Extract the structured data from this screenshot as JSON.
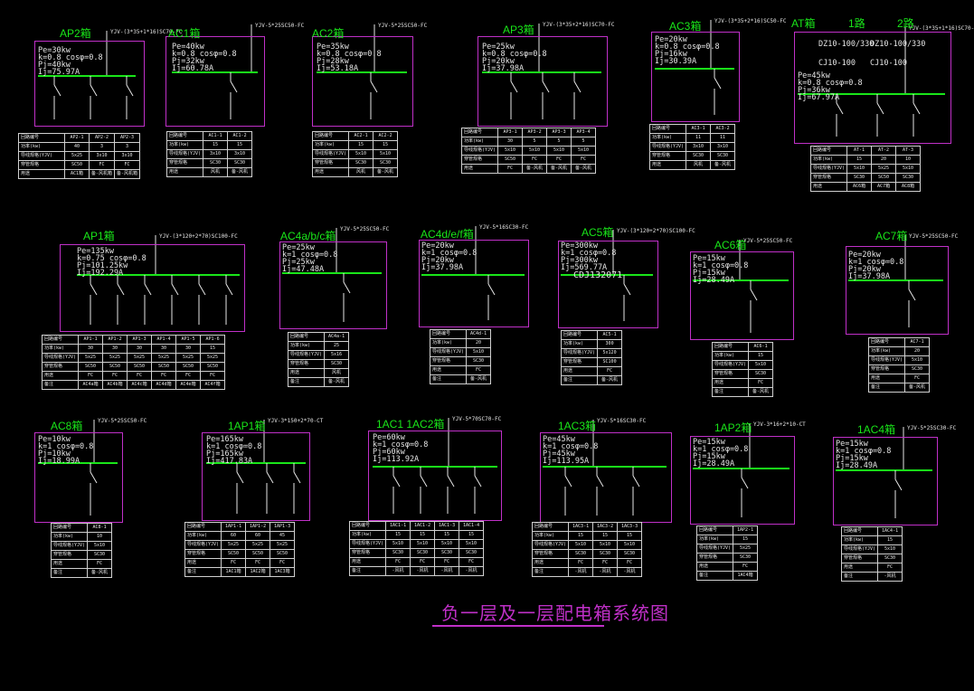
{
  "sheet_title": "负一层及一层配电箱系统图",
  "colors": {
    "frame": "#c030c8",
    "busbar": "#19e619",
    "title": "#19e619",
    "text": "#e6e6e6",
    "wire": "#e6e6e6"
  },
  "boxes": [
    {
      "id": "AP2",
      "title": "AP2箱",
      "feeder": "YJV-(3*35+1*16)SC70-FC",
      "params": "Pe=30kw\nk=0.8 cosφ=0.8\nPj=40kw\nIj=75.97A",
      "table": [
        [
          "回路编号",
          "AP2-1",
          "AP2-2",
          "AP2-3"
        ],
        [
          "功率(kw)",
          "40",
          "3",
          "3"
        ],
        [
          "导线规格(YJV)",
          "5x25",
          "3x10",
          "3x10"
        ],
        [
          "穿管规格",
          "SC50",
          "FC",
          "FC"
        ],
        [
          "用途",
          "AC1箱",
          "备-风机箱",
          "备-风机箱"
        ]
      ]
    },
    {
      "id": "AC1",
      "title": "AC1箱",
      "feeder": "YJV-5*25SC50-FC",
      "params": "Pe=40kw\nk=0.8 cosφ=0.8\nPj=32kw\nIj=60.78A",
      "table": [
        [
          "回路编号",
          "AC1-1",
          "AC1-2"
        ],
        [
          "功率(kw)",
          "15",
          "15"
        ],
        [
          "导线规格(YJV)",
          "3x10",
          "3x10"
        ],
        [
          "穿管规格",
          "SC30",
          "SC30"
        ],
        [
          "用途",
          "风机",
          "备-风机"
        ]
      ]
    },
    {
      "id": "AC2",
      "title": "AC2箱",
      "feeder": "YJV-5*25SC50-FC",
      "params": "Pe=35kw\nk=0.8 cosφ=0.8\nPj=28kw\nIj=53.18A",
      "table": [
        [
          "回路编号",
          "AC2-1",
          "AC2-2"
        ],
        [
          "功率(kw)",
          "15",
          "15"
        ],
        [
          "导线规格(YJV)",
          "5x10",
          "5x10"
        ],
        [
          "穿管规格",
          "SC30",
          "SC30"
        ],
        [
          "用途",
          "风机",
          "备-风机"
        ]
      ]
    },
    {
      "id": "AP3",
      "title": "AP3箱",
      "feeder": "YJV-(3*35+2*16)SC70-FC",
      "params": "Pe=25kw\nk=0.8 cosφ=0.8\nPj=20kw\nIj=37.98A",
      "table": [
        [
          "回路编号",
          "AP3-1",
          "AP3-2",
          "AP3-3",
          "AP3-4"
        ],
        [
          "功率(kw)",
          "30",
          "5",
          "5",
          "5"
        ],
        [
          "导线规格(YJV)",
          "5x10",
          "5x10",
          "5x10",
          "5x10"
        ],
        [
          "穿管规格",
          "SC50",
          "FC",
          "FC",
          "FC"
        ],
        [
          "用途",
          "FC",
          "备-风机",
          "备-风机",
          "备-风机"
        ]
      ]
    },
    {
      "id": "AC3",
      "title": "AC3箱",
      "feeder": "YJV-(3*35+2*16)SC50-FC",
      "params": "Pe=20kw\nk=0.8 cosφ=0.8\nPj=16kw\nIj=30.39A",
      "table": [
        [
          "回路编号",
          "AC3-1",
          "AC3-2"
        ],
        [
          "功率(kw)",
          "11",
          "11"
        ],
        [
          "导线规格(YJV)",
          "3x10",
          "3x10"
        ],
        [
          "穿管规格",
          "SC30",
          "SC30"
        ],
        [
          "用途",
          "风机",
          "备-风机"
        ]
      ]
    },
    {
      "id": "AT",
      "title": "AT箱",
      "feeder": "YJV-(3*35+1*16)SC70-FC",
      "supplies": [
        "1路",
        "2路"
      ],
      "switches": [
        "DZ10-100/330",
        "DZ10-100/330",
        "CJ10-100",
        "CJ10-100"
      ],
      "params": "Pe=45kw\nk=0.8 cosφ=0.8\nPj=36kw\nIj=67.97A",
      "table": [
        [
          "回路编号",
          "AT-1",
          "AT-2",
          "AT-3"
        ],
        [
          "功率(kw)",
          "15",
          "20",
          "10"
        ],
        [
          "导线规格(YJV)",
          "5x10",
          "5x25",
          "5x10"
        ],
        [
          "穿管规格",
          "SC30",
          "SC50",
          "SC30"
        ],
        [
          "用途",
          "AC6箱",
          "AC7箱",
          "AC8箱"
        ]
      ]
    },
    {
      "id": "AP1",
      "title": "AP1箱",
      "feeder": "YJV-(3*120+2*70)SC100-FC",
      "params": "Pe=135kw\nk=0.75 cosφ=0.8\nPj=101.25kw\nIj=192.29A",
      "table": [
        [
          "回路编号",
          "AP1-1",
          "AP1-2",
          "AP1-3",
          "AP1-4",
          "AP1-5",
          "AP1-6"
        ],
        [
          "功率(kw)",
          "30",
          "30",
          "30",
          "30",
          "30",
          "15"
        ],
        [
          "导线规格(YJV)",
          "5x25",
          "5x25",
          "5x25",
          "5x25",
          "5x25",
          "5x25"
        ],
        [
          "穿管规格",
          "SC50",
          "SC50",
          "SC50",
          "SC50",
          "SC50",
          "SC50"
        ],
        [
          "用途",
          "FC",
          "FC",
          "FC",
          "FC",
          "FC",
          "FC"
        ],
        [
          "备注",
          "AC4a箱",
          "AC4b箱",
          "AC4c箱",
          "AC4d箱",
          "AC4e箱",
          "AC4f箱"
        ]
      ]
    },
    {
      "id": "AC4a",
      "title": "AC4a/b/c箱",
      "feeder": "YJV-5*25SC50-FC",
      "params": "Pe=25kw\nk=1 cosφ=0.8\nPj=25kw\nIj=47.48A",
      "table": [
        [
          "回路编号",
          "AC4a-1"
        ],
        [
          "功率(kw)",
          "25"
        ],
        [
          "导线规格(YJV)",
          "5x16"
        ],
        [
          "穿管规格",
          "SC30"
        ],
        [
          "用途",
          "风机"
        ],
        [
          "备注",
          "备-风机"
        ]
      ]
    },
    {
      "id": "AC4d",
      "title": "AC4d/e/f箱",
      "feeder": "YJV-5*16SC30-FC",
      "params": "Pe=20kw\nk=1 cosφ=0.8\nPj=20kw\nIj=37.98A",
      "table": [
        [
          "回路编号",
          "AC4d-1"
        ],
        [
          "功率(kw)",
          "20"
        ],
        [
          "导线规格(YJV)",
          "5x10"
        ],
        [
          "穿管规格",
          "SC30"
        ],
        [
          "用途",
          "FC"
        ],
        [
          "备注",
          "备-风机"
        ]
      ]
    },
    {
      "id": "AC5",
      "title": "AC5箱",
      "feeder": "YJV-(3*120+2*70)SC100-FC",
      "extra": "CDJ132071",
      "params": "Pe=300kw\nk=1 cosφ=0.8\nPj=300kw\nIj=569.77A",
      "table": [
        [
          "回路编号",
          "AC5-1"
        ],
        [
          "功率(kw)",
          "300"
        ],
        [
          "导线规格(YJV)",
          "5x120"
        ],
        [
          "穿管规格",
          "SC100"
        ],
        [
          "用途",
          "FC"
        ],
        [
          "备注",
          "备-风机"
        ]
      ]
    },
    {
      "id": "AC6",
      "title": "AC6箱",
      "feeder": "YJV-5*25SC50-FC",
      "params": "Pe=15kw\nk=1 cosφ=0.8\nPj=15kw\nIj=28.49A",
      "table": [
        [
          "回路编号",
          "AC6-1"
        ],
        [
          "功率(kw)",
          "15"
        ],
        [
          "导线规格(YJV)",
          "5x10"
        ],
        [
          "穿管规格",
          "SC30"
        ],
        [
          "用途",
          "FC"
        ],
        [
          "备注",
          "备-风机"
        ]
      ]
    },
    {
      "id": "AC7",
      "title": "AC7箱",
      "feeder": "YJV-5*25SC50-FC",
      "params": "Pe=20kw\nk=1 cosφ=0.8\nPj=20kw\nIj=37.98A",
      "table": [
        [
          "回路编号",
          "AC7-1"
        ],
        [
          "功率(kw)",
          "20"
        ],
        [
          "导线规格(YJV)",
          "5x10"
        ],
        [
          "穿管规格",
          "SC30"
        ],
        [
          "用途",
          "FC"
        ],
        [
          "备注",
          "备-风机"
        ]
      ]
    },
    {
      "id": "AC8",
      "title": "AC8箱",
      "feeder": "YJV-5*25SC50-FC",
      "params": "Pe=10kw\nk=1 cosφ=0.8\nPj=10kw\nIj=18.99A",
      "table": [
        [
          "回路编号",
          "AC8-1"
        ],
        [
          "功率(kw)",
          "10"
        ],
        [
          "导线规格(YJV)",
          "5x10"
        ],
        [
          "穿管规格",
          "SC30"
        ],
        [
          "用途",
          "FC"
        ],
        [
          "备注",
          "备-风机"
        ]
      ]
    },
    {
      "id": "1AP1",
      "title": "1AP1箱",
      "feeder": "YJV-3*150+2*70-CT",
      "params": "Pe=165kw\nk=1 cosφ=0.8\nPj=165kw\nIj=417.83A",
      "table": [
        [
          "回路编号",
          "1AP1-1",
          "1AP1-2",
          "1AP1-3"
        ],
        [
          "功率(kw)",
          "60",
          "60",
          "45"
        ],
        [
          "导线规格(YJV)",
          "5x25",
          "5x25",
          "5x25"
        ],
        [
          "穿管规格",
          "SC50",
          "SC50",
          "SC50"
        ],
        [
          "用途",
          "FC",
          "FC",
          "FC"
        ],
        [
          "备注",
          "1AC1箱",
          "1AC2箱",
          "1AC3箱"
        ]
      ]
    },
    {
      "id": "1AC1",
      "title": "1AC1  1AC2箱",
      "feeder": "YJV-5*70SC70-FC",
      "params": "Pe=60kw\nk=1 cosφ=0.8\nPj=60kw\nIj=113.92A",
      "table": [
        [
          "回路编号",
          "1AC1-1",
          "1AC1-2",
          "1AC1-3",
          "1AC1-4"
        ],
        [
          "功率(kw)",
          "15",
          "15",
          "15",
          "15"
        ],
        [
          "导线规格(YJV)",
          "5x10",
          "5x10",
          "5x10",
          "5x10"
        ],
        [
          "穿管规格",
          "SC30",
          "SC30",
          "SC30",
          "SC30"
        ],
        [
          "用途",
          "FC",
          "FC",
          "FC",
          "FC"
        ],
        [
          "备注",
          "-风机",
          "-风机",
          "-风机",
          "-风机"
        ]
      ]
    },
    {
      "id": "1AC3",
      "title": "1AC3箱",
      "feeder": "YJV-5*16SC30-FC",
      "params": "Pe=45kw\nk=1 cosφ=0.8\nPj=45kw\nIj=113.95A",
      "table": [
        [
          "回路编号",
          "1AC3-1",
          "1AC3-2",
          "1AC3-3"
        ],
        [
          "功率(kw)",
          "15",
          "15",
          "15"
        ],
        [
          "导线规格(YJV)",
          "5x10",
          "5x10",
          "5x10"
        ],
        [
          "穿管规格",
          "SC30",
          "SC30",
          "SC30"
        ],
        [
          "用途",
          "FC",
          "FC",
          "FC"
        ],
        [
          "备注",
          "-风机",
          "-风机",
          "-风机"
        ]
      ]
    },
    {
      "id": "1AP2",
      "title": "1AP2箱",
      "feeder": "YJV-3*16+2*10-CT",
      "params": "Pe=15kw\nk=1 cosφ=0.8\nPj=15kw\nIj=28.49A",
      "table": [
        [
          "回路编号",
          "1AP2-1"
        ],
        [
          "功率(kw)",
          "15"
        ],
        [
          "导线规格(YJV)",
          "5x25"
        ],
        [
          "穿管规格",
          "SC30"
        ],
        [
          "用途",
          "FC"
        ],
        [
          "备注",
          "1AC4箱"
        ]
      ]
    },
    {
      "id": "1AC4",
      "title": "1AC4箱",
      "feeder": "YJV-5*25SC30-FC",
      "params": "Pe=15kw\nk=1 cosφ=0.8\nPj=15kw\nIj=28.49A",
      "table": [
        [
          "回路编号",
          "1AC4-1"
        ],
        [
          "功率(kw)",
          "15"
        ],
        [
          "导线规格(YJV)",
          "5x10"
        ],
        [
          "穿管规格",
          "SC30"
        ],
        [
          "用途",
          "FC"
        ],
        [
          "备注",
          "-风机"
        ]
      ]
    }
  ]
}
